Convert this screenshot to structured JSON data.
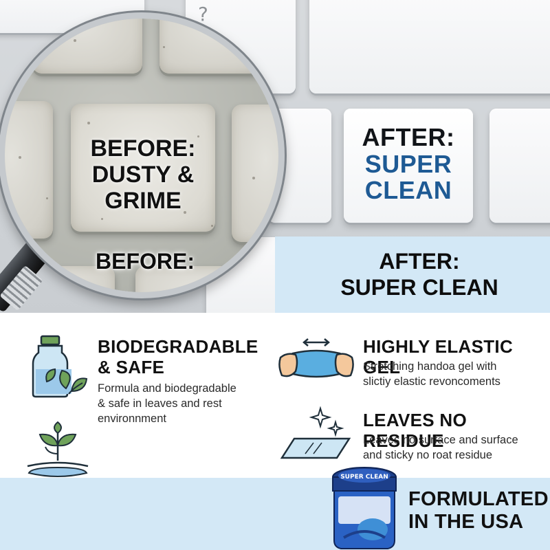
{
  "keyboard": {
    "question_key_glyph": "?"
  },
  "magnifier_key": {
    "line1": "BEFORE:",
    "line2": "DUSTY &",
    "line3": "GRIME"
  },
  "after_key": {
    "line1": "AFTER:",
    "line2": "SUPER",
    "line3": "CLEAN"
  },
  "comparison": {
    "before_label": "BEFORE:",
    "after_label": "AFTER:",
    "after_sublabel": "SUPER CLEAN"
  },
  "features": [
    {
      "icon": "bottle-leaves-icon",
      "title_line1": "BIODEGRADABLE",
      "title_line2": "& SAFE",
      "desc_line1": "Formula and biodegradable",
      "desc_line2": "& safe in leaves and rest",
      "desc_line3": "environnment"
    },
    {
      "icon": "stretching-hands-icon",
      "title_line1": "HIGHLY ELASTIC GEL",
      "desc_line1": "Stretching handoa gel with",
      "desc_line2": "slictiy elastic revoncoments"
    },
    {
      "icon": "sparkle-surface-icon",
      "title_line1": "LEAVES NO RESIDUE",
      "desc_line1": "Leaves no surface and surface",
      "desc_line2": "and sticky no roat residue"
    },
    {
      "icon": "plant-soil-icon"
    }
  ],
  "bottom": {
    "usa_line1": "FORMULATED",
    "usa_line2": "IN THE USA",
    "jar_label": "SUPER CLEAN"
  },
  "colors": {
    "light_blue_panel": "#d3e8f6",
    "accent_blue": "#1e5a94",
    "icon_green": "#6fa25a",
    "icon_blue": "#9cc9ea",
    "icon_outline": "#1f2f3a"
  }
}
